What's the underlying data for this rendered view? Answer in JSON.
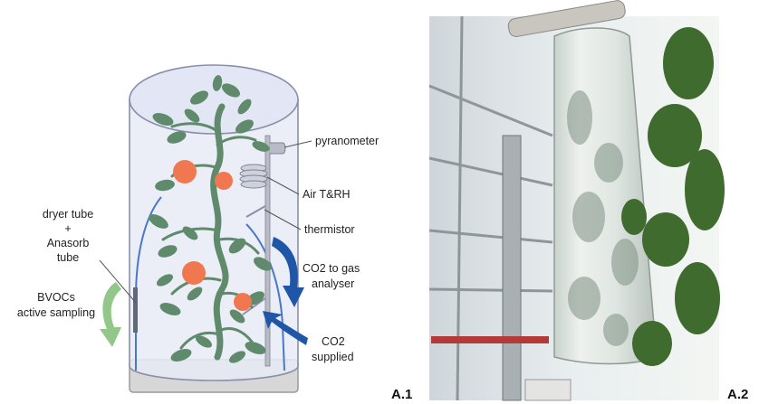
{
  "diagram": {
    "labels": {
      "pyranometer": "pyranometer",
      "air_trh": "Air T&RH",
      "thermistor": "thermistor",
      "co2_gas_line1": "CO2 to gas",
      "co2_gas_line2": "analyser",
      "co2_supplied_line1": "CO2",
      "co2_supplied_line2": "supplied",
      "dryer_line1": "dryer tube",
      "dryer_line2": "+",
      "dryer_line3": "Anasorb",
      "dryer_line4": "tube",
      "bvocs_line1": "BVOCs",
      "bvocs_line2": "active sampling"
    },
    "colors": {
      "chamber_fill": "#e8ebf6",
      "chamber_stroke": "#8a8fa8",
      "leaf": "#5f8a6b",
      "fruit": "#f07850",
      "tube": "#4a78c8",
      "arrow_blue": "#1f56a8",
      "arrow_green": "#93c78a",
      "base": "#d7d7d7"
    }
  },
  "panels": {
    "left_label": "A.1",
    "right_label": "A.2"
  }
}
